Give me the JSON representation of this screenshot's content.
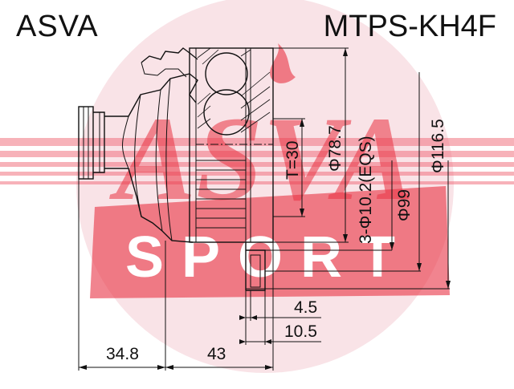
{
  "header": {
    "brand": "ASVA",
    "part_number": "MTPS-KH4F"
  },
  "watermark": {
    "logo_text": "ASVA",
    "sport_text": "SPORT",
    "color": "#e8283a"
  },
  "dimensions": {
    "left_length": "34.8",
    "mid_length": "43",
    "d1": "4.5",
    "d2": "10.5",
    "spline": "T=30",
    "dia_outer_cup": "Φ78.7",
    "holes": "3-Φ10.2(EQS)",
    "dia_99": "Φ99",
    "dia_116": "Φ116.5"
  }
}
